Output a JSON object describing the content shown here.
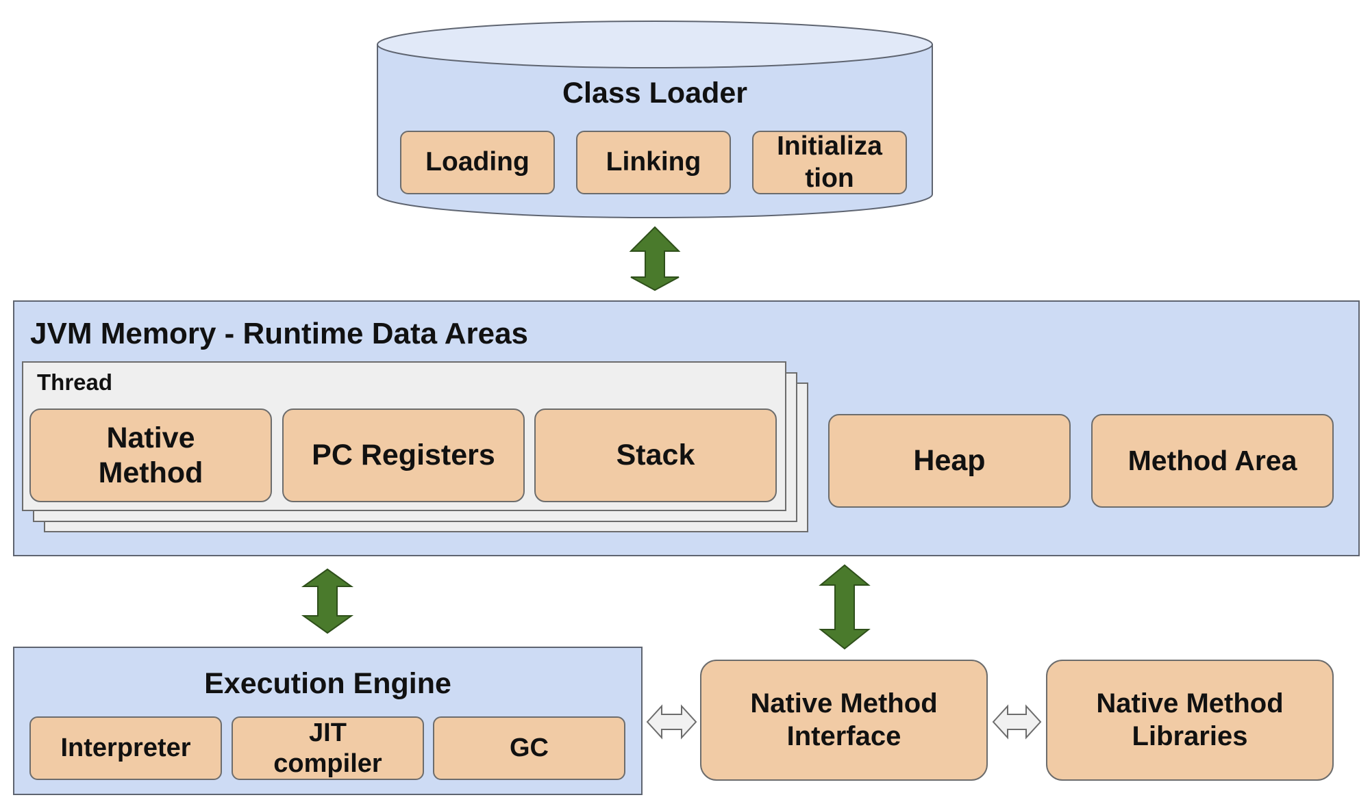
{
  "class_loader": {
    "title": "Class Loader",
    "steps": [
      "Loading",
      "Linking",
      "Initialization"
    ],
    "step_lines_initialization": [
      "Initializa",
      "tion"
    ]
  },
  "jvm_memory": {
    "title": "JVM Memory - Runtime Data Areas",
    "thread": {
      "label": "Thread",
      "areas": {
        "native_method": [
          "Native",
          "Method"
        ],
        "pc_registers": "PC Registers",
        "stack": "Stack"
      }
    },
    "heap": "Heap",
    "method_area": "Method Area"
  },
  "execution_engine": {
    "title": "Execution Engine",
    "interpreter": "Interpreter",
    "jit_compiler": [
      "JIT",
      "compiler"
    ],
    "gc": "GC"
  },
  "native_method_interface": [
    "Native Method",
    "Interface"
  ],
  "native_method_libraries": [
    "Native Method",
    "Libraries"
  ],
  "colors": {
    "panel_fill": "#cddbf4",
    "component_fill": "#f1cba5",
    "thread_fill": "#efefef",
    "arrow_green": "#4a7a2c",
    "arrow_light": "#f1f1f1"
  }
}
